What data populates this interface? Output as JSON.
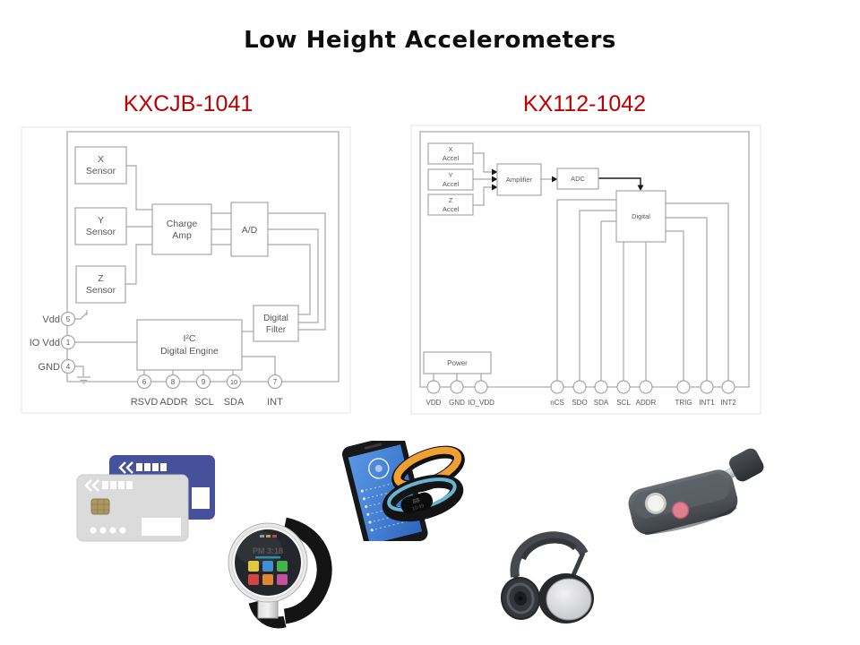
{
  "title": "Low Height Accelerometers",
  "colors": {
    "part_number_red": "#c00000",
    "diagram_line_gray": "#a6a6a6",
    "diagram_text_gray": "#595959"
  },
  "kxcjb": {
    "heading": "KXCJB-1041",
    "blocks": {
      "x_sensor": [
        "X",
        "Sensor"
      ],
      "y_sensor": [
        "Y",
        "Sensor"
      ],
      "z_sensor": [
        "Z",
        "Sensor"
      ],
      "charge_amp": [
        "Charge",
        "Amp"
      ],
      "ad": "A/D",
      "digital_filter": [
        "Digital",
        "Filter"
      ],
      "i2c_engine": [
        "I²C",
        "Digital Engine"
      ]
    },
    "side_pins": [
      {
        "label": "Vdd",
        "number": "5"
      },
      {
        "label": "IO Vdd",
        "number": "1"
      },
      {
        "label": "GND",
        "number": "4"
      }
    ],
    "bottom_pins": [
      {
        "label": "RSVD",
        "number": "6"
      },
      {
        "label": "ADDR",
        "number": "8"
      },
      {
        "label": "SCL",
        "number": "9"
      },
      {
        "label": "SDA",
        "number": "10"
      },
      {
        "label": "INT",
        "number": "7"
      }
    ]
  },
  "kx112": {
    "heading": "KX112-1042",
    "blocks": {
      "x_accel": [
        "X",
        "Accel"
      ],
      "y_accel": [
        "Y",
        "Accel"
      ],
      "z_accel": [
        "Z",
        "Accel"
      ],
      "amplifier": "Amplifier",
      "adc": "ADC",
      "digital": "Digital",
      "power": "Power"
    },
    "bottom_pins": [
      "VDD",
      "GND",
      "IO_VDD",
      "nCS",
      "SDO",
      "SDA",
      "SCL",
      "ADDR",
      "TRIG",
      "INT1",
      "INT2"
    ]
  },
  "products": {
    "smartwatch_display_time": "PM 3:18",
    "fitness_band_display": [
      "88",
      "10:49"
    ]
  }
}
